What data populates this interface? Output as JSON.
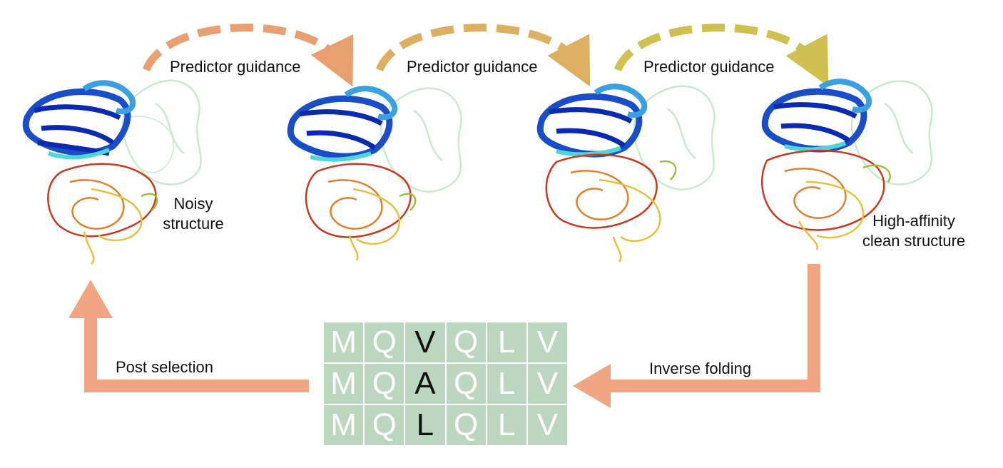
{
  "labels": {
    "guidance_1": "Predictor guidance",
    "guidance_2": "Predictor guidance",
    "guidance_3": "Predictor guidance",
    "noisy_line1": "Noisy",
    "noisy_line2": "structure",
    "clean_line1": "High-affinity",
    "clean_line2": "clean structure",
    "post_selection": "Post selection",
    "inverse_folding": "Inverse folding"
  },
  "sequences": [
    [
      "M",
      "Q",
      "V",
      "Q",
      "L",
      "V"
    ],
    [
      "M",
      "Q",
      "A",
      "Q",
      "L",
      "V"
    ],
    [
      "M",
      "Q",
      "L",
      "Q",
      "L",
      "V"
    ]
  ],
  "highlight_column": 2,
  "colors": {
    "arrow_1": "#e8a070",
    "arrow_2": "#dcb060",
    "arrow_3": "#cfc050",
    "cycle_arrow": "#f2a582",
    "grid_cell": "#bcd7bf",
    "antibody_blue": "#1a4ec8",
    "antibody_cyan": "#4fd6d6",
    "antigen_ghost": "#c8ebd0",
    "antigen_red": "#c83a20",
    "antigen_yellow": "#e6c040"
  },
  "icons": [
    "protein-structure-icon"
  ]
}
